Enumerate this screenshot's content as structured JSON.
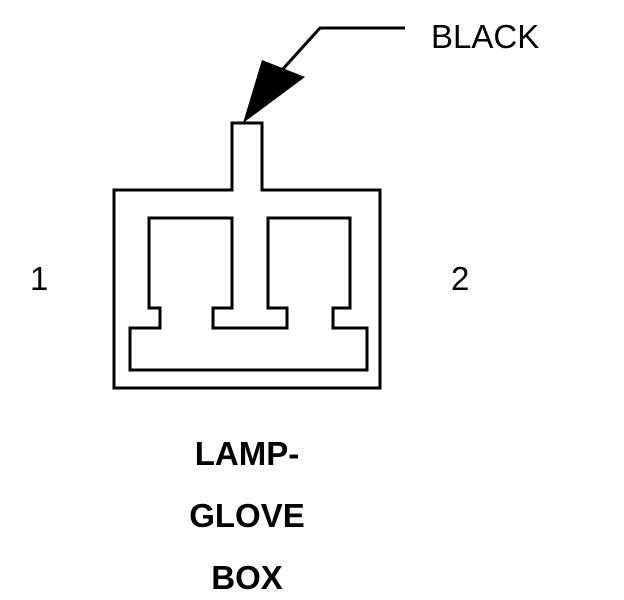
{
  "diagram": {
    "wire_color_label": "BLACK",
    "pin_left": "1",
    "pin_right": "2",
    "component_name_lines": [
      "LAMP-",
      "GLOVE",
      "BOX"
    ]
  }
}
